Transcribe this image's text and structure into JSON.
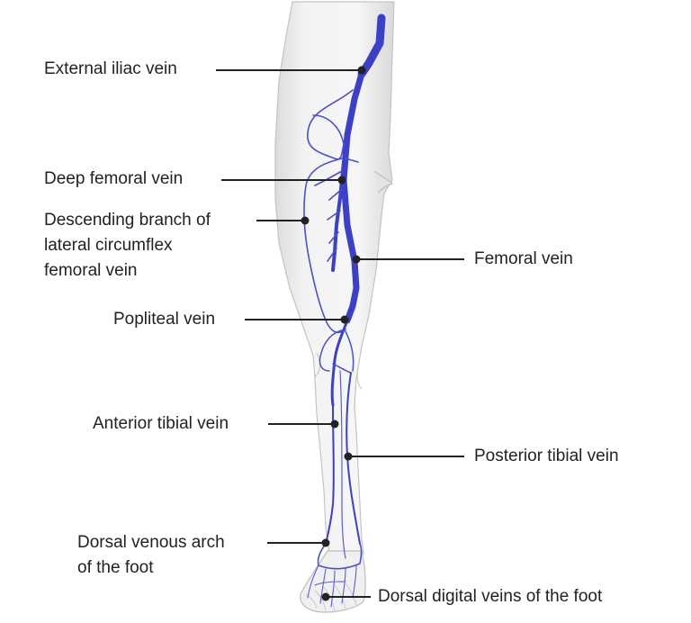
{
  "labels": {
    "external_iliac": "External iliac vein",
    "deep_femoral": "Deep femoral vein",
    "descending_branch": [
      "Descending branch of",
      "lateral circumflex",
      "femoral vein"
    ],
    "femoral": "Femoral vein",
    "popliteal": "Popliteal vein",
    "anterior_tibial": "Anterior tibial vein",
    "posterior_tibial": "Posterior tibial vein",
    "dorsal_arch": [
      "Dorsal venous arch",
      "of the foot"
    ],
    "dorsal_digital": "Dorsal digital veins of the foot"
  },
  "colors": {
    "vein": "#3b3fc9",
    "vein_light": "#5a5fd8",
    "leader": "#222222",
    "text": "#222222",
    "skin_fill": "#eeeeee",
    "skin_edge": "#bdbdbd"
  }
}
